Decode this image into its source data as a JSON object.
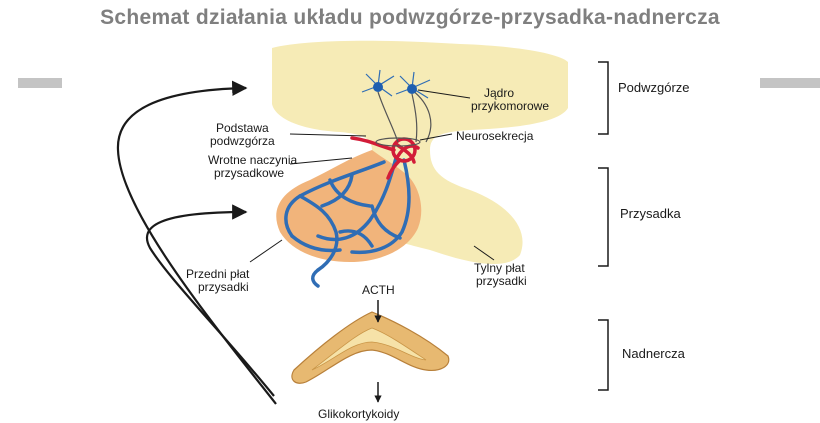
{
  "title": "Schemat działania układu podwzgórze-przysadka-nadnercza",
  "labels": {
    "jadro_line1": "Jądro",
    "jadro_line2": "przykomorowe",
    "podwzgorze": "Podwzgórze",
    "podstawa_line1": "Podstawa",
    "podstawa_line2": "podwzgórza",
    "neurosekrecja": "Neurosekrecja",
    "wrotne_line1": "Wrotne naczynia",
    "wrotne_line2": "przysadkowe",
    "przysadka": "Przysadka",
    "przedni_line1": "Przedni płat",
    "przedni_line2": "przysadki",
    "tylny_line1": "Tylny płat",
    "tylny_line2": "przysadki",
    "acth": "ACTH",
    "nadnercza": "Nadnercza",
    "glikokortykoidy": "Glikokortykoidy"
  },
  "colors": {
    "title": "#7f7f7f",
    "tissue": "#f6ebb6",
    "anterior_lobe": "#f1b47b",
    "blue_vessels": "#2f6db5",
    "red_vessels": "#d21c38",
    "adrenal_cortex": "#e7b971"
  }
}
